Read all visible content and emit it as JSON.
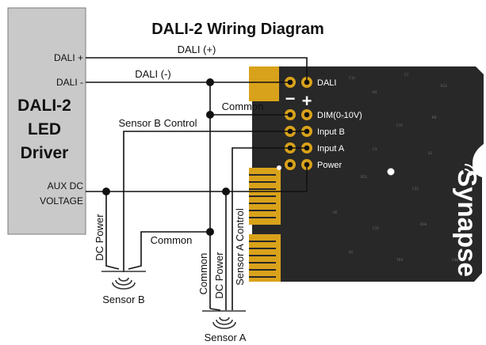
{
  "title": "DALI-2 Wiring Diagram",
  "driver": {
    "name_lines": [
      "DALI-2",
      "LED",
      "Driver"
    ],
    "terminals": {
      "dali_plus": "DALI +",
      "dali_minus": "DALI -",
      "aux_line1": "AUX DC",
      "aux_line2": "VOLTAGE"
    }
  },
  "wires": {
    "dali_plus": "DALI (+)",
    "dali_minus": "DALI (-)",
    "common_top": "Common",
    "sensor_b_control": "Sensor B Control",
    "common_bottom": "Common",
    "dc_power_b": "DC Power",
    "common_vertical": "Common",
    "dc_power_a": "DC Power",
    "sensor_a_control": "Sensor A Control"
  },
  "board": {
    "pins": [
      "DALI",
      "DIM(0-10V)",
      "Input B",
      "Input A",
      "Power"
    ],
    "minus_symbol": "−",
    "plus_symbol": "+",
    "brand": "Synapse"
  },
  "sensors": {
    "sensor_b": "Sensor B",
    "sensor_a": "Sensor A"
  },
  "colors": {
    "board": "#282828",
    "driver_box": "#c9c9c9",
    "gold": "#d9a21b",
    "wire": "#111111"
  }
}
